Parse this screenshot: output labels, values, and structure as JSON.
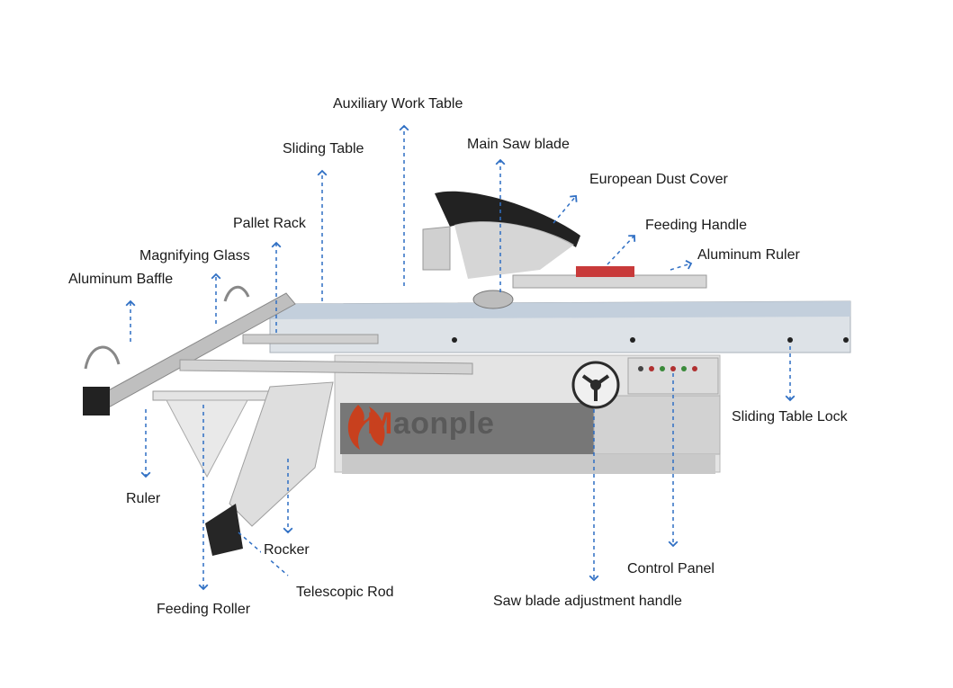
{
  "brand": {
    "name": "aonple",
    "accent_color": "#c8401e"
  },
  "machine": {
    "body_color": "#e6e6e6",
    "panel_color": "#6e6e6e",
    "table_color": "#d8dde2",
    "arrow_color": "#2f6fc4"
  },
  "labels": {
    "auxiliary_work_table": "Auxiliary Work Table",
    "sliding_table": "Sliding Table",
    "main_saw_blade": "Main Saw blade",
    "european_dust_cover": "European Dust Cover",
    "feeding_handle": "Feeding Handle",
    "aluminum_ruler": "Aluminum Ruler",
    "pallet_rack": "Pallet Rack",
    "magnifying_glass": "Magnifying Glass",
    "aluminum_baffle": "Aluminum Baffle",
    "sliding_table_lock": "Sliding Table Lock",
    "ruler": "Ruler",
    "rocker": "Rocker",
    "telescopic_rod": "Telescopic Rod",
    "feeding_roller": "Feeding Roller",
    "control_panel": "Control Panel",
    "saw_blade_adjustment_handle": "Saw blade adjustment handle"
  }
}
